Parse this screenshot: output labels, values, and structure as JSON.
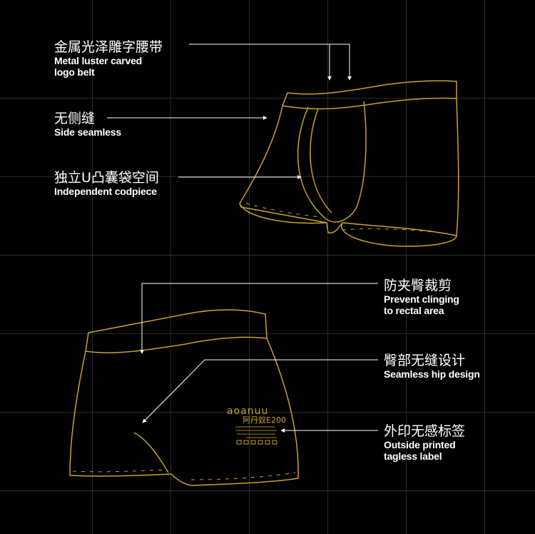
{
  "callouts": [
    {
      "cn": "金属光泽雕字腰带",
      "en": [
        "Metal luster carved",
        "logo belt"
      ]
    },
    {
      "cn": "无侧缝",
      "en": [
        "Side seamless"
      ]
    },
    {
      "cn": "独立U凸囊袋空间",
      "en": [
        "Independent codpiece"
      ]
    },
    {
      "cn": "防夹臀裁剪",
      "en": [
        "Prevent clinging",
        "to rectal area"
      ]
    },
    {
      "cn": "臀部无缝设计",
      "en": [
        "Seamless hip design"
      ]
    },
    {
      "cn": "外印无感标签",
      "en": [
        "Outside printed",
        "tagless label"
      ]
    }
  ],
  "printed_label": {
    "brand": "aoanuu",
    "model": "阿丹奴E200"
  },
  "colors": {
    "background": "#000000",
    "outline": "#c9a227",
    "text": "#ffffff",
    "grid": "#2a2a2a"
  }
}
